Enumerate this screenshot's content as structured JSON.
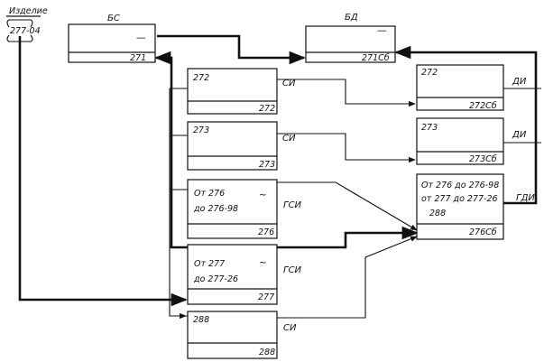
{
  "product": {
    "label": "Изделие",
    "code": "277-04"
  },
  "blocks": {
    "bs": {
      "title": "БС",
      "sign": "—",
      "id": "271"
    },
    "bd": {
      "title": "БД",
      "sign": "—",
      "id": "271Сб"
    },
    "b272": {
      "top": "272",
      "id": "272"
    },
    "b273": {
      "top": "273",
      "id": "273"
    },
    "b276": {
      "line1": "От  276",
      "line2": "до  276-98",
      "sign": "~",
      "id": "276"
    },
    "b277": {
      "line1": "От  277",
      "line2": "до  277-26",
      "sign": "~",
      "id": "277"
    },
    "b288": {
      "top": "288",
      "id": "288"
    },
    "b272sb": {
      "top": "272",
      "id": "272Сб"
    },
    "b273sb": {
      "top": "273",
      "id": "273Сб"
    },
    "b276sb": {
      "line1": "От  276 до  276-98",
      "line2": "от  277 до  277-26",
      "line3": "288",
      "id": "276Сб"
    }
  },
  "signals": {
    "si_272": "СИ",
    "si_273": "СИ",
    "gsi_276": "ГСИ",
    "gsi_277": "ГСИ",
    "si_288": "СИ",
    "di_272": "ДИ",
    "di_273": "ДИ",
    "gdi": "ГДИ"
  }
}
